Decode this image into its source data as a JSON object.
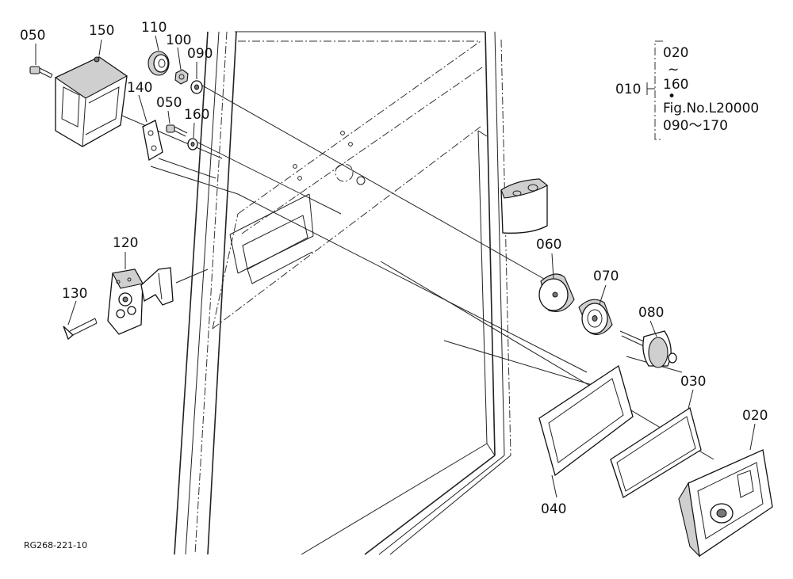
{
  "diagram": {
    "callouts": [
      "050",
      "150",
      "110",
      "100",
      "090",
      "140",
      "050",
      "160",
      "120",
      "130",
      "060",
      "070",
      "080",
      "030",
      "020",
      "040"
    ],
    "legend": {
      "assembly": "010",
      "range_start": "020",
      "tilde": "~",
      "range_end": "160",
      "dot": "•",
      "ref": "Fig.No.L20000",
      "ref_range": "090～170"
    },
    "drawing_code": "RG268-221-10"
  }
}
